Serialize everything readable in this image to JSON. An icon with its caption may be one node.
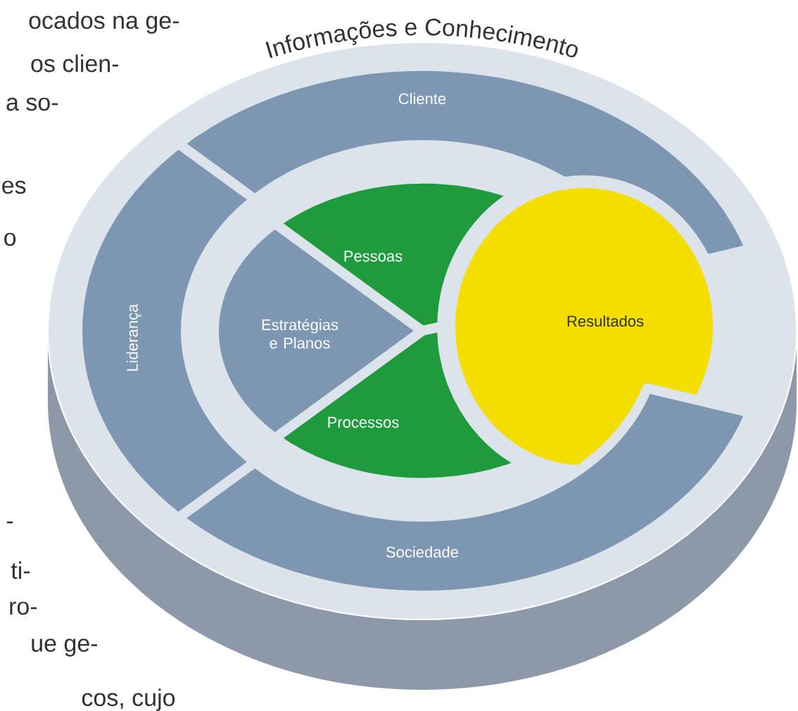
{
  "diagram": {
    "nodes": [
      {
        "text": [
          "Informações e Conhecimento"
        ]
      },
      {
        "text": [
          "Cliente"
        ],
        "in": 0
      },
      {
        "text": [
          "Liderança"
        ],
        "in": 0
      },
      {
        "text": [
          "Estratégias e Planos"
        ],
        "in": 0
      },
      {
        "text": [
          "Pessoas"
        ],
        "in": 0
      },
      {
        "text": [
          "Processos"
        ],
        "in": 0
      },
      {
        "text": [
          "Resultados"
        ],
        "in": 0
      },
      {
        "text": [
          "Sociedade"
        ],
        "in": 0
      }
    ],
    "labels": [
      "ocados na ge-",
      "os clien-",
      "a so-",
      "es",
      "o",
      "-",
      "ti-",
      "ro-",
      "ue ge-",
      "cos, cujo"
    ]
  }
}
